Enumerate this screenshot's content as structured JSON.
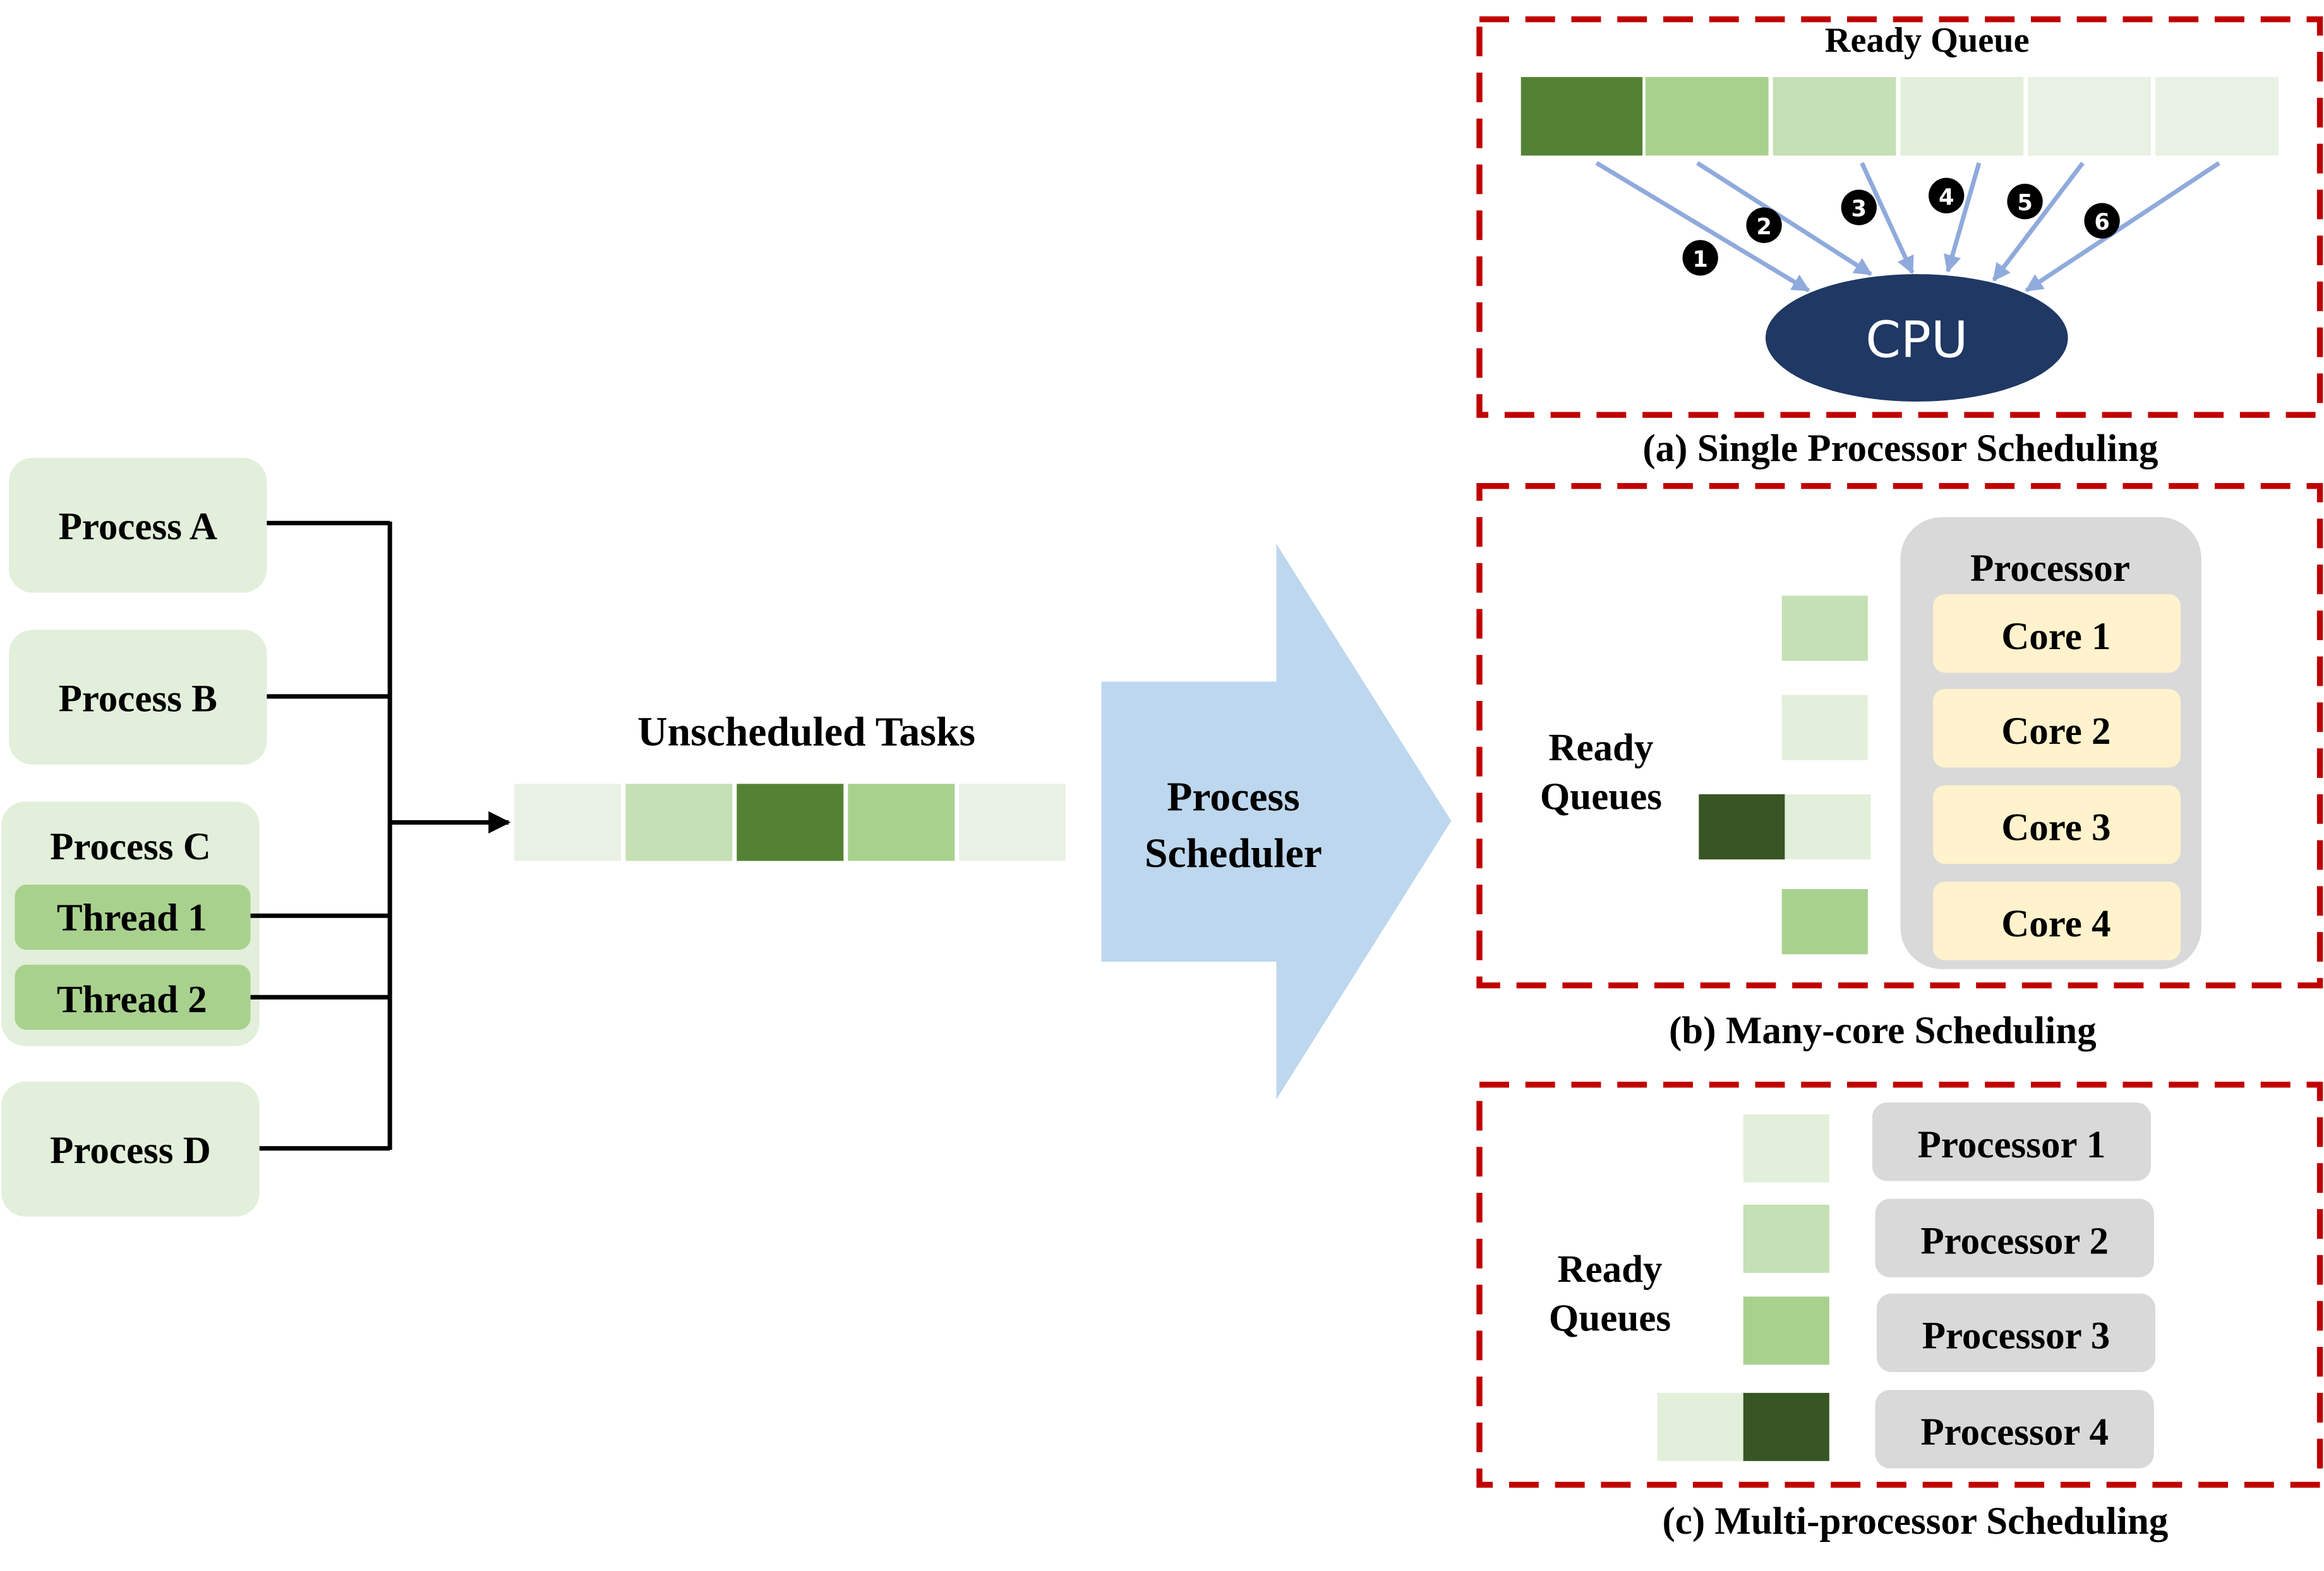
{
  "sources": {
    "process_a": "Process A",
    "process_b": "Process B",
    "process_c": "Process C",
    "thread_1": "Thread 1",
    "thread_2": "Thread 2",
    "process_d": "Process D"
  },
  "unscheduled": {
    "title": "Unscheduled Tasks"
  },
  "scheduler": {
    "line1": "Process",
    "line2": "Scheduler"
  },
  "single": {
    "queue_title": "Ready Queue",
    "cpu": "CPU",
    "order": [
      "1",
      "2",
      "3",
      "4",
      "5",
      "6"
    ],
    "caption": "(a) Single Processor Scheduling"
  },
  "manycore": {
    "queues_line1": "Ready",
    "queues_line2": "Queues",
    "processor": "Processor",
    "cores": [
      "Core 1",
      "Core 2",
      "Core 3",
      "Core 4"
    ],
    "caption": "(b) Many-core Scheduling"
  },
  "multiproc": {
    "queues_line1": "Ready",
    "queues_line2": "Queues",
    "processors": [
      "Processor 1",
      "Processor 2",
      "Processor 3",
      "Processor 4"
    ],
    "caption": "(c) Multi-processor Scheduling"
  },
  "colors": {
    "task_very_light": "#e9f1e4",
    "task_light": "#c5e0b4",
    "task_mid": "#a9d18e",
    "task_dark": "#548235",
    "task_darkest": "#375623",
    "box_fill": "#e2efda",
    "dashed_border": "#c00000",
    "arrow_fill": "#bdd7ee",
    "cpu_fill": "#1f3864",
    "core_fill": "#fff2cc",
    "processor_fill": "#d9d9d9",
    "pointer_arrow": "#8faadc"
  }
}
